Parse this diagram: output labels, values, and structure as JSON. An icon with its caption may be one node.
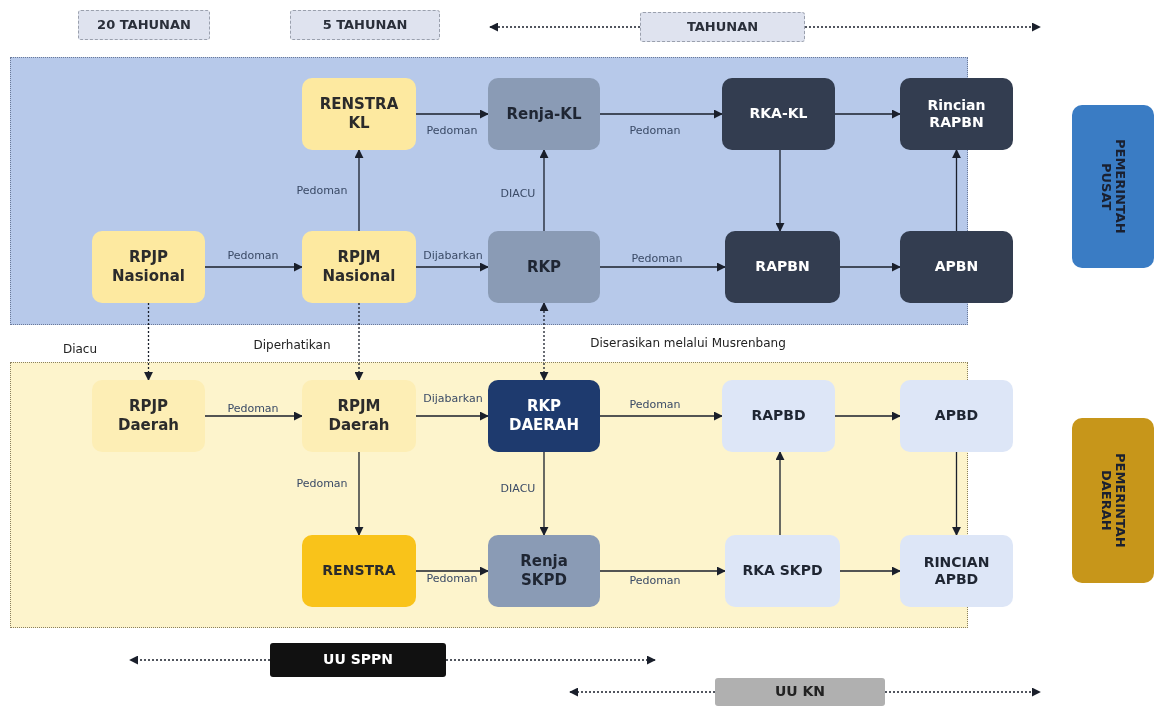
{
  "diagram": {
    "nodes": [
      {
        "text": [
          "20 TAHUNAN"
        ]
      },
      {
        "text": [
          "5 TAHUNAN"
        ]
      },
      {
        "text": [
          "TAHUNAN"
        ]
      },
      {
        "text": [],
        "shape": "box"
      },
      {
        "text": [
          "RENSTRA KL"
        ],
        "in": 3
      },
      {
        "text": [
          "Renja-KL"
        ],
        "in": 3
      },
      {
        "text": [
          "RKA-KL"
        ],
        "in": 3
      },
      {
        "text": [
          "Rincian RAPBN"
        ],
        "in": 3
      },
      {
        "text": [
          "RPJP Nasional"
        ],
        "in": 3
      },
      {
        "text": [
          "RPJM Nasional"
        ],
        "in": 3
      },
      {
        "text": [
          "RKP"
        ],
        "in": 3
      },
      {
        "text": [
          "RAPBN"
        ],
        "in": 3
      },
      {
        "text": [
          "APBN"
        ],
        "in": 3
      },
      {
        "text": [
          "PEMERINTAH PUSAT"
        ]
      },
      {
        "text": [],
        "shape": "box"
      },
      {
        "text": [
          "RPJP Daerah"
        ],
        "in": 14
      },
      {
        "text": [
          "RPJM Daerah"
        ],
        "in": 14
      },
      {
        "text": [
          "RKP DAERAH"
        ],
        "in": 14
      },
      {
        "text": [
          "RAPBD"
        ],
        "in": 14
      },
      {
        "text": [
          "APBD"
        ],
        "in": 14
      },
      {
        "text": [
          "RENSTRA"
        ],
        "in": 14
      },
      {
        "text": [
          "Renja SKPD"
        ],
        "in": 14
      },
      {
        "text": [
          "RKA SKPD"
        ],
        "in": 14
      },
      {
        "text": [
          "RINCIAN APBD"
        ],
        "in": 14
      },
      {
        "text": [
          "PEMERINTAH DAERAH"
        ]
      },
      {
        "text": [
          "UU SPPN"
        ]
      },
      {
        "text": [
          "UU KN"
        ]
      }
    ],
    "edges": [
      {
        "from": 4,
        "to": 5,
        "arrow": "to",
        "label": "Pedoman"
      },
      {
        "from": 5,
        "to": 6,
        "arrow": "to",
        "label": "Pedoman"
      },
      {
        "from": 6,
        "to": 7,
        "arrow": "to"
      },
      {
        "from": 9,
        "to": 4,
        "arrow": "to",
        "label": "Pedoman"
      },
      {
        "from": 10,
        "to": 5,
        "arrow": "to",
        "label": "DIACU"
      },
      {
        "from": 8,
        "to": 9,
        "arrow": "to",
        "label": "Pedoman"
      },
      {
        "from": 9,
        "to": 10,
        "arrow": "to",
        "label": "Dijabarkan"
      },
      {
        "from": 10,
        "to": 11,
        "arrow": "to",
        "label": "Pedoman"
      },
      {
        "from": 11,
        "to": 12,
        "arrow": "to"
      },
      {
        "from": 6,
        "to": 11,
        "arrow": "to"
      },
      {
        "from": 12,
        "to": 7,
        "arrow": "to"
      },
      {
        "from": 8,
        "to": 15,
        "arrow": "to",
        "label": "Diacu",
        "style": "dashed"
      },
      {
        "from": 9,
        "to": 16,
        "arrow": "to",
        "label": "Diperhatikan",
        "style": "dashed"
      },
      {
        "from": 10,
        "to": 17,
        "arrow": "both",
        "label": "Diserasikan melalui Musrenbang",
        "style": "dashed"
      },
      {
        "from": 15,
        "to": 16,
        "arrow": "to",
        "label": "Pedoman"
      },
      {
        "from": 16,
        "to": 17,
        "arrow": "to",
        "label": "Dijabarkan"
      },
      {
        "from": 17,
        "to": 18,
        "arrow": "to",
        "label": "Pedoman"
      },
      {
        "from": 18,
        "to": 19,
        "arrow": "to"
      },
      {
        "from": 16,
        "to": 20,
        "arrow": "to",
        "label": "Pedoman"
      },
      {
        "from": 17,
        "to": 21,
        "arrow": "to",
        "label": "DIACU"
      },
      {
        "from": 20,
        "to": 21,
        "arrow": "to",
        "label": "Pedoman"
      },
      {
        "from": 21,
        "to": 22,
        "arrow": "to",
        "label": "Pedoman"
      },
      {
        "from": 22,
        "to": 18,
        "arrow": "to"
      },
      {
        "from": 22,
        "to": 23,
        "arrow": "to"
      },
      {
        "from": 19,
        "to": 23,
        "arrow": "to"
      },
      {
        "from": 2,
        "to": null,
        "arrow": "to",
        "style": "dashed"
      },
      {
        "from": 2,
        "to": null,
        "arrow": "to",
        "style": "dashed"
      },
      {
        "from": 25,
        "to": null,
        "arrow": "to",
        "style": "dashed"
      },
      {
        "from": 25,
        "to": null,
        "arrow": "to",
        "style": "dashed"
      },
      {
        "from": 26,
        "to": null,
        "arrow": "to",
        "style": "dashed"
      },
      {
        "from": 26,
        "to": null,
        "arrow": "to",
        "style": "dashed"
      }
    ]
  }
}
